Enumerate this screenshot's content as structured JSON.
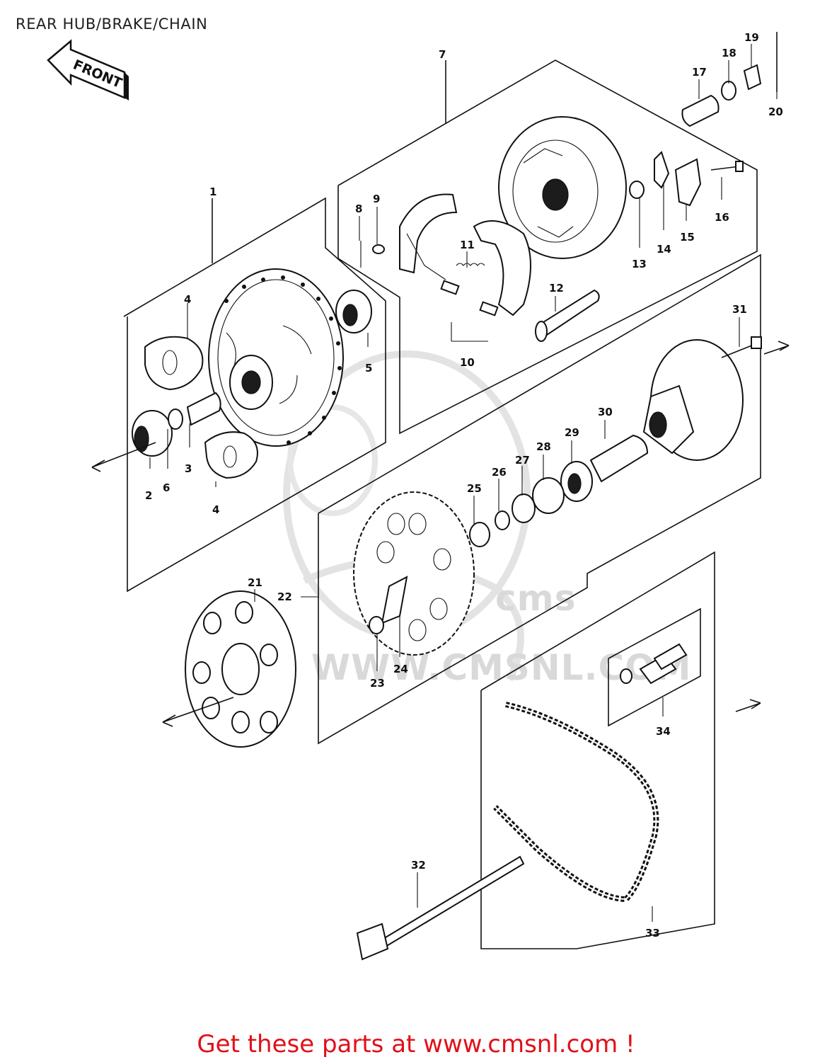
{
  "title": "REAR HUB/BRAKE/CHAIN",
  "front_marker": "FRONT",
  "watermark": "WWW.CMSNL.COM",
  "footer": "Get these parts at www.cmsnl.com !",
  "callouts": [
    "1",
    "2",
    "3",
    "4",
    "4",
    "5",
    "6",
    "7",
    "8",
    "9",
    "10",
    "11",
    "12",
    "13",
    "14",
    "15",
    "16",
    "17",
    "18",
    "19",
    "20",
    "21",
    "22",
    "23",
    "24",
    "25",
    "26",
    "27",
    "28",
    "29",
    "30",
    "31",
    "32",
    "33",
    "34"
  ],
  "colors": {
    "footer_text": "#e0101a",
    "line_art": "#111111",
    "watermark": "#d9d9d9"
  }
}
